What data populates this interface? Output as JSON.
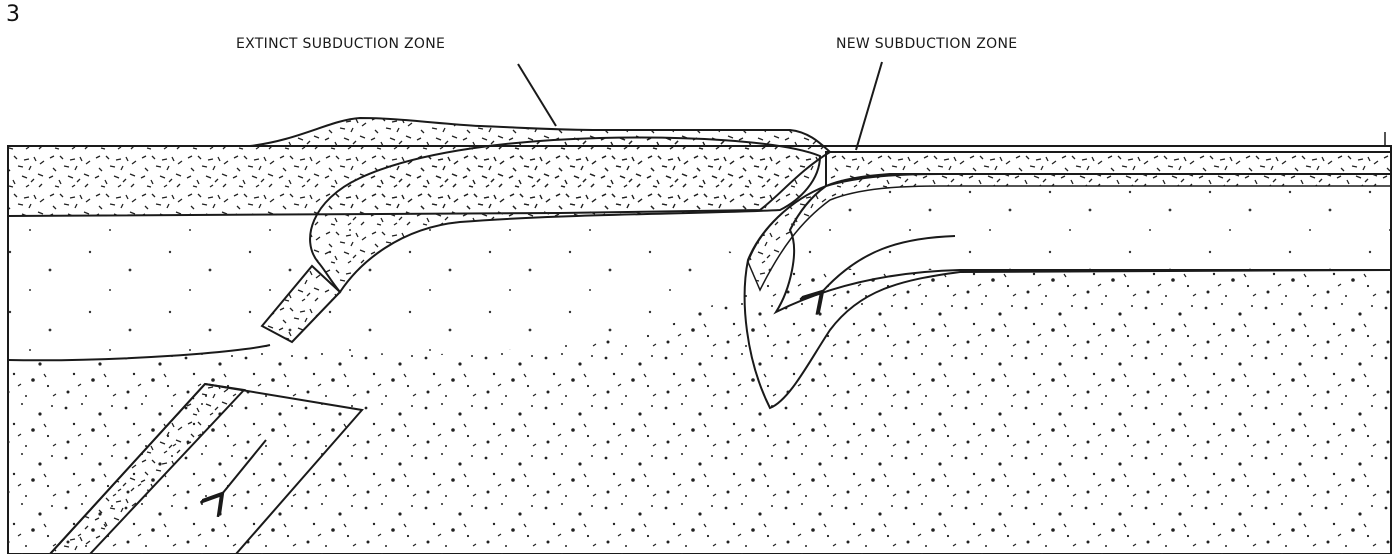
{
  "figure_number": "3",
  "labels": {
    "extinct_subduction_zone": "EXTINCT SUBDUCTION ZONE",
    "new_subduction_zone": "NEW SUBDUCTION ZONE"
  },
  "colors": {
    "ink": "#1a1a1a",
    "paper": "#ffffff"
  }
}
